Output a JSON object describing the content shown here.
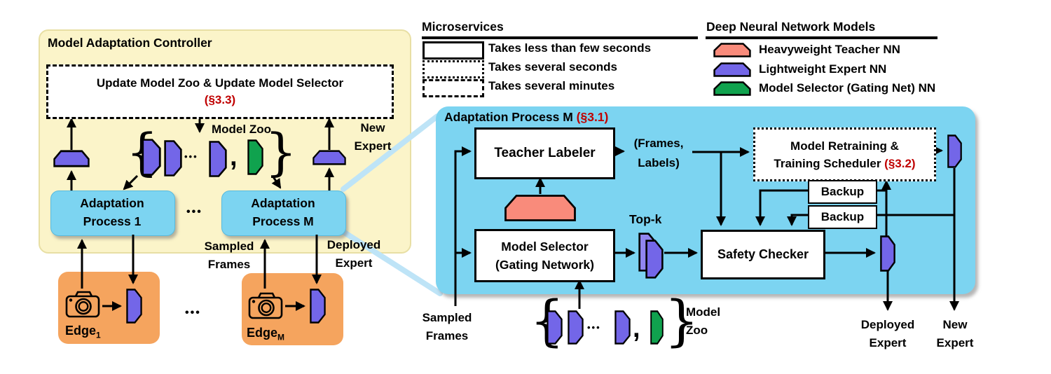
{
  "controller": {
    "title": "Model Adaptation Controller",
    "update_line1": "Update Model Zoo & Update Model Selector",
    "update_ref": "(§3.3)",
    "model_zoo_label": "Model Zoo",
    "new_expert_line1": "New",
    "new_expert_line2": "Expert",
    "process1_line1": "Adaptation",
    "process1_line2": "Process 1",
    "processM_line1": "Adaptation",
    "processM_line2": "Process M",
    "sampled_line1": "Sampled",
    "sampled_line2": "Frames",
    "deployed_line1": "Deployed",
    "deployed_line2": "Expert",
    "edge1_label": "Edge",
    "edge1_sub": "1",
    "edgeM_label": "Edge",
    "edgeM_sub": "M",
    "brace_open": "{",
    "brace_close": "}",
    "zoo_comma": ",",
    "zoo_dots": "•••",
    "mid_dots": "•••",
    "edge_dots": "•••"
  },
  "legend_micro": {
    "title": "Microservices",
    "items": [
      {
        "label": "Takes less than few seconds",
        "style": "solid"
      },
      {
        "label": "Takes several seconds",
        "style": "dotted"
      },
      {
        "label": "Takes several minutes",
        "style": "dashed"
      }
    ]
  },
  "legend_dnn": {
    "title": "Deep Neural Network Models",
    "items": [
      {
        "label": "Heavyweight Teacher NN",
        "color": "#f98b7b"
      },
      {
        "label": "Lightweight Expert NN",
        "color": "#7366e8"
      },
      {
        "label": "Model Selector (Gating Net) NN",
        "color": "#10a24e"
      }
    ]
  },
  "proc": {
    "title": "Adaptation Process M ",
    "title_ref": "(§3.1)",
    "teacher_labeler": "Teacher Labeler",
    "frames_line1": "(Frames,",
    "frames_line2": "Labels)",
    "retrain_line1": "Model Retraining &",
    "retrain_line2": "Training Scheduler ",
    "retrain_ref": "(§3.2)",
    "backup1": "Backup",
    "backup2": "Backup",
    "topk": "Top-k",
    "model_selector_line1": "Model Selector",
    "model_selector_line2": "(Gating Network)",
    "safety_checker": "Safety Checker",
    "sampled_line1": "Sampled",
    "sampled_line2": "Frames",
    "zoo_label_line1": "Model",
    "zoo_label_line2": "Zoo",
    "deployed_line1": "Deployed",
    "deployed_line2": "Expert",
    "new_line1": "New",
    "new_line2": "Expert",
    "brace_open": "{",
    "brace_close": "}",
    "zoo_comma": ",",
    "zoo_dots": "•••"
  },
  "colors": {
    "accent_red": "#c00000",
    "expert_purple": "#7366e8",
    "expert_purple_light": "#9186f0",
    "gating_green": "#10a24e",
    "teacher_salmon": "#f98b7b",
    "controller_yellow": "#fbf4c9",
    "edge_orange": "#f5a45e",
    "process_blue": "#7cd4f1",
    "lens_blue": "#bee4f7"
  }
}
